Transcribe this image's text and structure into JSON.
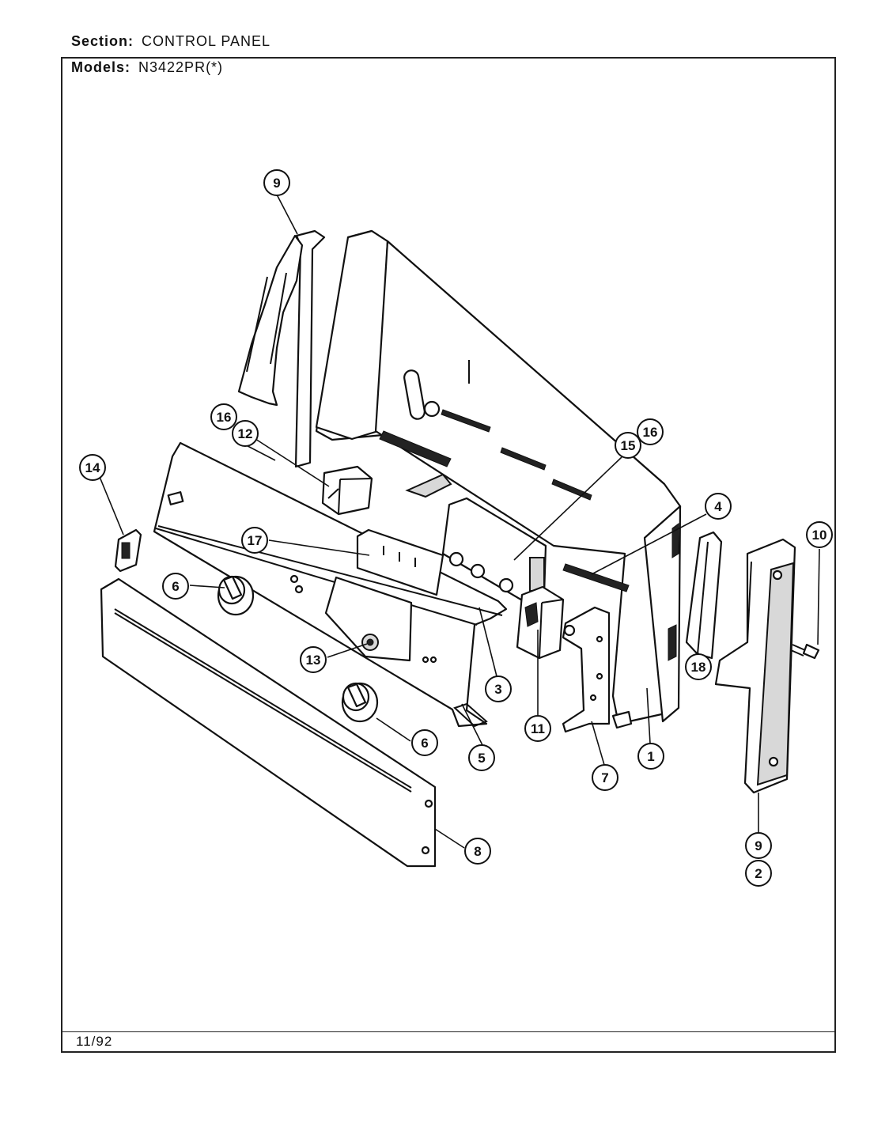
{
  "header": {
    "section_label": "Section:",
    "section_value": "CONTROL PANEL",
    "models_label": "Models:",
    "models_value": "N3422PR(*)"
  },
  "footer": {
    "date": "11/92"
  },
  "callouts": [
    "9",
    "16",
    "12",
    "14",
    "17",
    "6",
    "13",
    "15",
    "16",
    "4",
    "10",
    "3",
    "11",
    "18",
    "5",
    "6",
    "7",
    "1",
    "8",
    "9",
    "2"
  ]
}
